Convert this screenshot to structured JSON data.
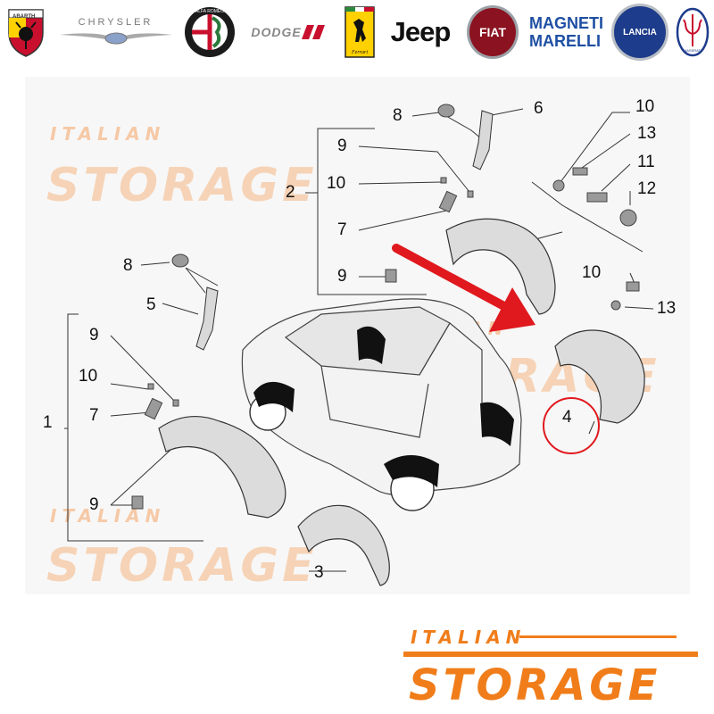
{
  "brands": [
    {
      "name": "ABARTH",
      "icon": "abarth-scorpion-shield-icon"
    },
    {
      "name": "CHRYSLER",
      "icon": "chrysler-wings-icon"
    },
    {
      "name": "ALFA ROMEO",
      "icon": "alfa-romeo-roundel-icon"
    },
    {
      "name": "DODGE",
      "icon": "dodge-stripes-icon"
    },
    {
      "name": "Ferrari",
      "icon": "ferrari-prancing-horse-icon"
    },
    {
      "name": "Jeep",
      "icon": "jeep-wordmark"
    },
    {
      "name": "FIAT",
      "icon": "fiat-badge-icon"
    },
    {
      "name": "MAGNETI MARELLI",
      "icon": "magneti-marelli-wordmark"
    },
    {
      "name": "LANCIA",
      "icon": "lancia-badge-icon"
    },
    {
      "name": "MASERATI",
      "icon": "maserati-trident-icon"
    }
  ],
  "callouts": {
    "c1": "1",
    "c2": "2",
    "c3": "3",
    "c4": "4",
    "c5": "5",
    "c6": "6",
    "c7a": "7",
    "c7b": "7",
    "c8a": "8",
    "c8b": "8",
    "c9a": "9",
    "c9b": "9",
    "c9c": "9",
    "c9d": "9",
    "c10a": "10",
    "c10b": "10",
    "c10c": "10",
    "c10d": "10",
    "c11": "11",
    "c12": "12",
    "c13a": "13",
    "c13b": "13"
  },
  "watermark": {
    "line1": "ITALIAN",
    "line2": "STORAGE"
  },
  "footer_logo": {
    "line1": "ITALIAN",
    "line2": "STORAGE"
  },
  "highlight": {
    "part": "4",
    "color": "#e0191e"
  },
  "colors": {
    "brand_orange": "#f07d1a",
    "watermark": "#f6c9a6",
    "arrow": "#e0191e"
  }
}
